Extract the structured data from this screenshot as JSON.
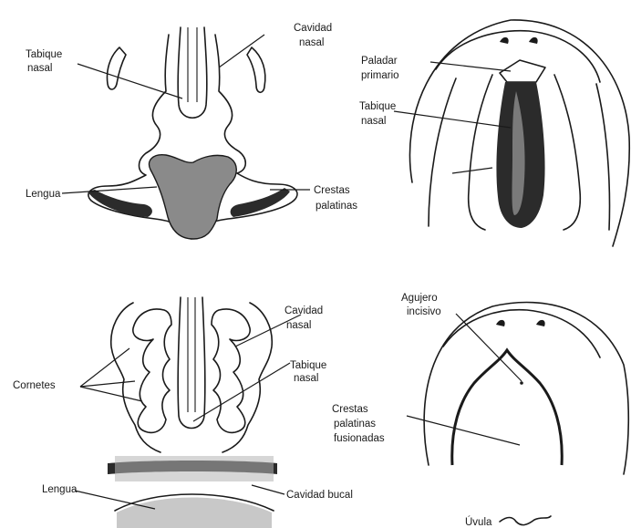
{
  "colors": {
    "ink": "#1a1a1a",
    "tongue_fill": "#8a8a8a",
    "septum_fill": "#2b2b2b",
    "background": "#ffffff"
  },
  "panels": {
    "top_left": {
      "labels": {
        "nasal_cavity_1": "Cavidad",
        "nasal_cavity_2": "nasal",
        "septum_1": "Tabique",
        "septum_2": "nasal",
        "tongue": "Lengua",
        "palatine_1": "Crestas",
        "palatine_2": "palatinas"
      }
    },
    "top_right": {
      "labels": {
        "primary_palate_1": "Paladar",
        "primary_palate_2": "primario",
        "septum_1": "Tabique",
        "septum_2": "nasal"
      }
    },
    "bottom_left": {
      "labels": {
        "nasal_cavity_1": "Cavidad",
        "nasal_cavity_2": "nasal",
        "septum_1": "Tabique",
        "septum_2": "nasal",
        "conchae": "Cornetes",
        "tongue": "Lengua",
        "oral_cavity": "Cavidad bucal"
      }
    },
    "bottom_right": {
      "labels": {
        "incisive_foramen_1": "Agujero",
        "incisive_foramen_2": "incisivo",
        "fused_palatine_1": "Crestas",
        "fused_palatine_2": "palatinas",
        "fused_palatine_3": "fusionadas",
        "uvula": "Úvula"
      }
    }
  }
}
